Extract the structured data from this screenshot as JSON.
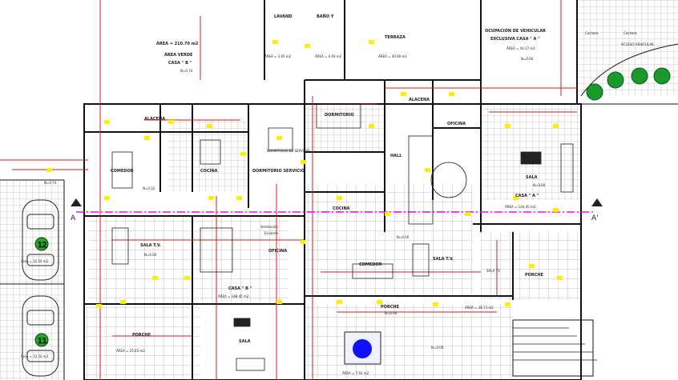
{
  "colors": {
    "wall": "#111111",
    "redline": "#d81818",
    "axis": "#ff00ff",
    "marker": "#ffee00",
    "tree": "#1a9a2a",
    "water": "#1010ff",
    "floor": "#6a6a6a"
  },
  "labels": {
    "area_casa_b": "ÁREA = 210.70 m2",
    "area_verde_b": "ÁREA VERDE",
    "casa_b": "CASA \" B \"",
    "n_b": "N=0.74",
    "lavanderia": "LAVAND",
    "banio_y": "BAÑO Y",
    "area_lav": "ÁREA = 3.65 m2",
    "area_lav2": "ÁREA = 4.93 m2",
    "terraza": "TERRAZA",
    "area_terraza": "ÁREA = 30.00 m2",
    "ocupacion": "OCUPACIÓN DE VEHICULAR",
    "exclusiva": "EXCLUSIVA CASA \" A \"",
    "area_ocup": "ÁREA = 44.37 m2",
    "n_ocup": "N=0.00",
    "acceso_vehicular": "ACCESO VEHICULAR",
    "cochera_a": "Cochera",
    "cochera_b": "Cochera",
    "alacena_b": "ALACENA",
    "alacena_a": "ALACENA",
    "dormitorio_a": "DORMITORIO",
    "dormitorio_servicio_a": "DORMITORIO DE SERVICIO",
    "dormitorio_servicio_b": "DORMITORIO SERVICIO",
    "comedor_b": "COMEDOR",
    "cocina_b": "COCINA",
    "cocina_a": "COCINA",
    "hall": "HALL",
    "oficina_a": "OFICINA",
    "oficina_b": "OFICINA",
    "sala_a": "SALA",
    "casa_a": "CASA \" A \"",
    "area_casa_a": "ÁREA = 144.45 m2",
    "n_a": "N=0.00",
    "n_b2": "N=0.00",
    "sala_tv_b": "SALA T.V.",
    "sala_tv_a": "SALA T.V.",
    "n_sala_b": "N=0.00",
    "ventilacion": "Ventilación",
    "escalera": "Escalera",
    "casa_b2": "CASA \" B \"",
    "area_casa_b2": "ÁREA = 188.45 m2",
    "comedor_a": "COMEDOR",
    "n_com_a": "N=0.00",
    "porche_b": "PORCHE",
    "area_porche_b": "ÁREA = 25.65 m2",
    "porche_a1": "PORCHE",
    "area_porche_a1": "ÁREA = 28.73 m2",
    "porche_a2": "PORCHE",
    "sala_b": "SALA",
    "sala_tv_a2": "SALA TV.",
    "area_jardin": "ÁREA = 7.93 m2",
    "n_jardin": "N=0.00",
    "car_12": "12",
    "car_11": "11",
    "area_car_12": "Área = 12.50 m2",
    "area_car_11": "Área = 12.50 m2",
    "n_74": "N=0.74",
    "n_32": "N=0.32",
    "axis_a_left": "A",
    "axis_a_right": "A'"
  }
}
